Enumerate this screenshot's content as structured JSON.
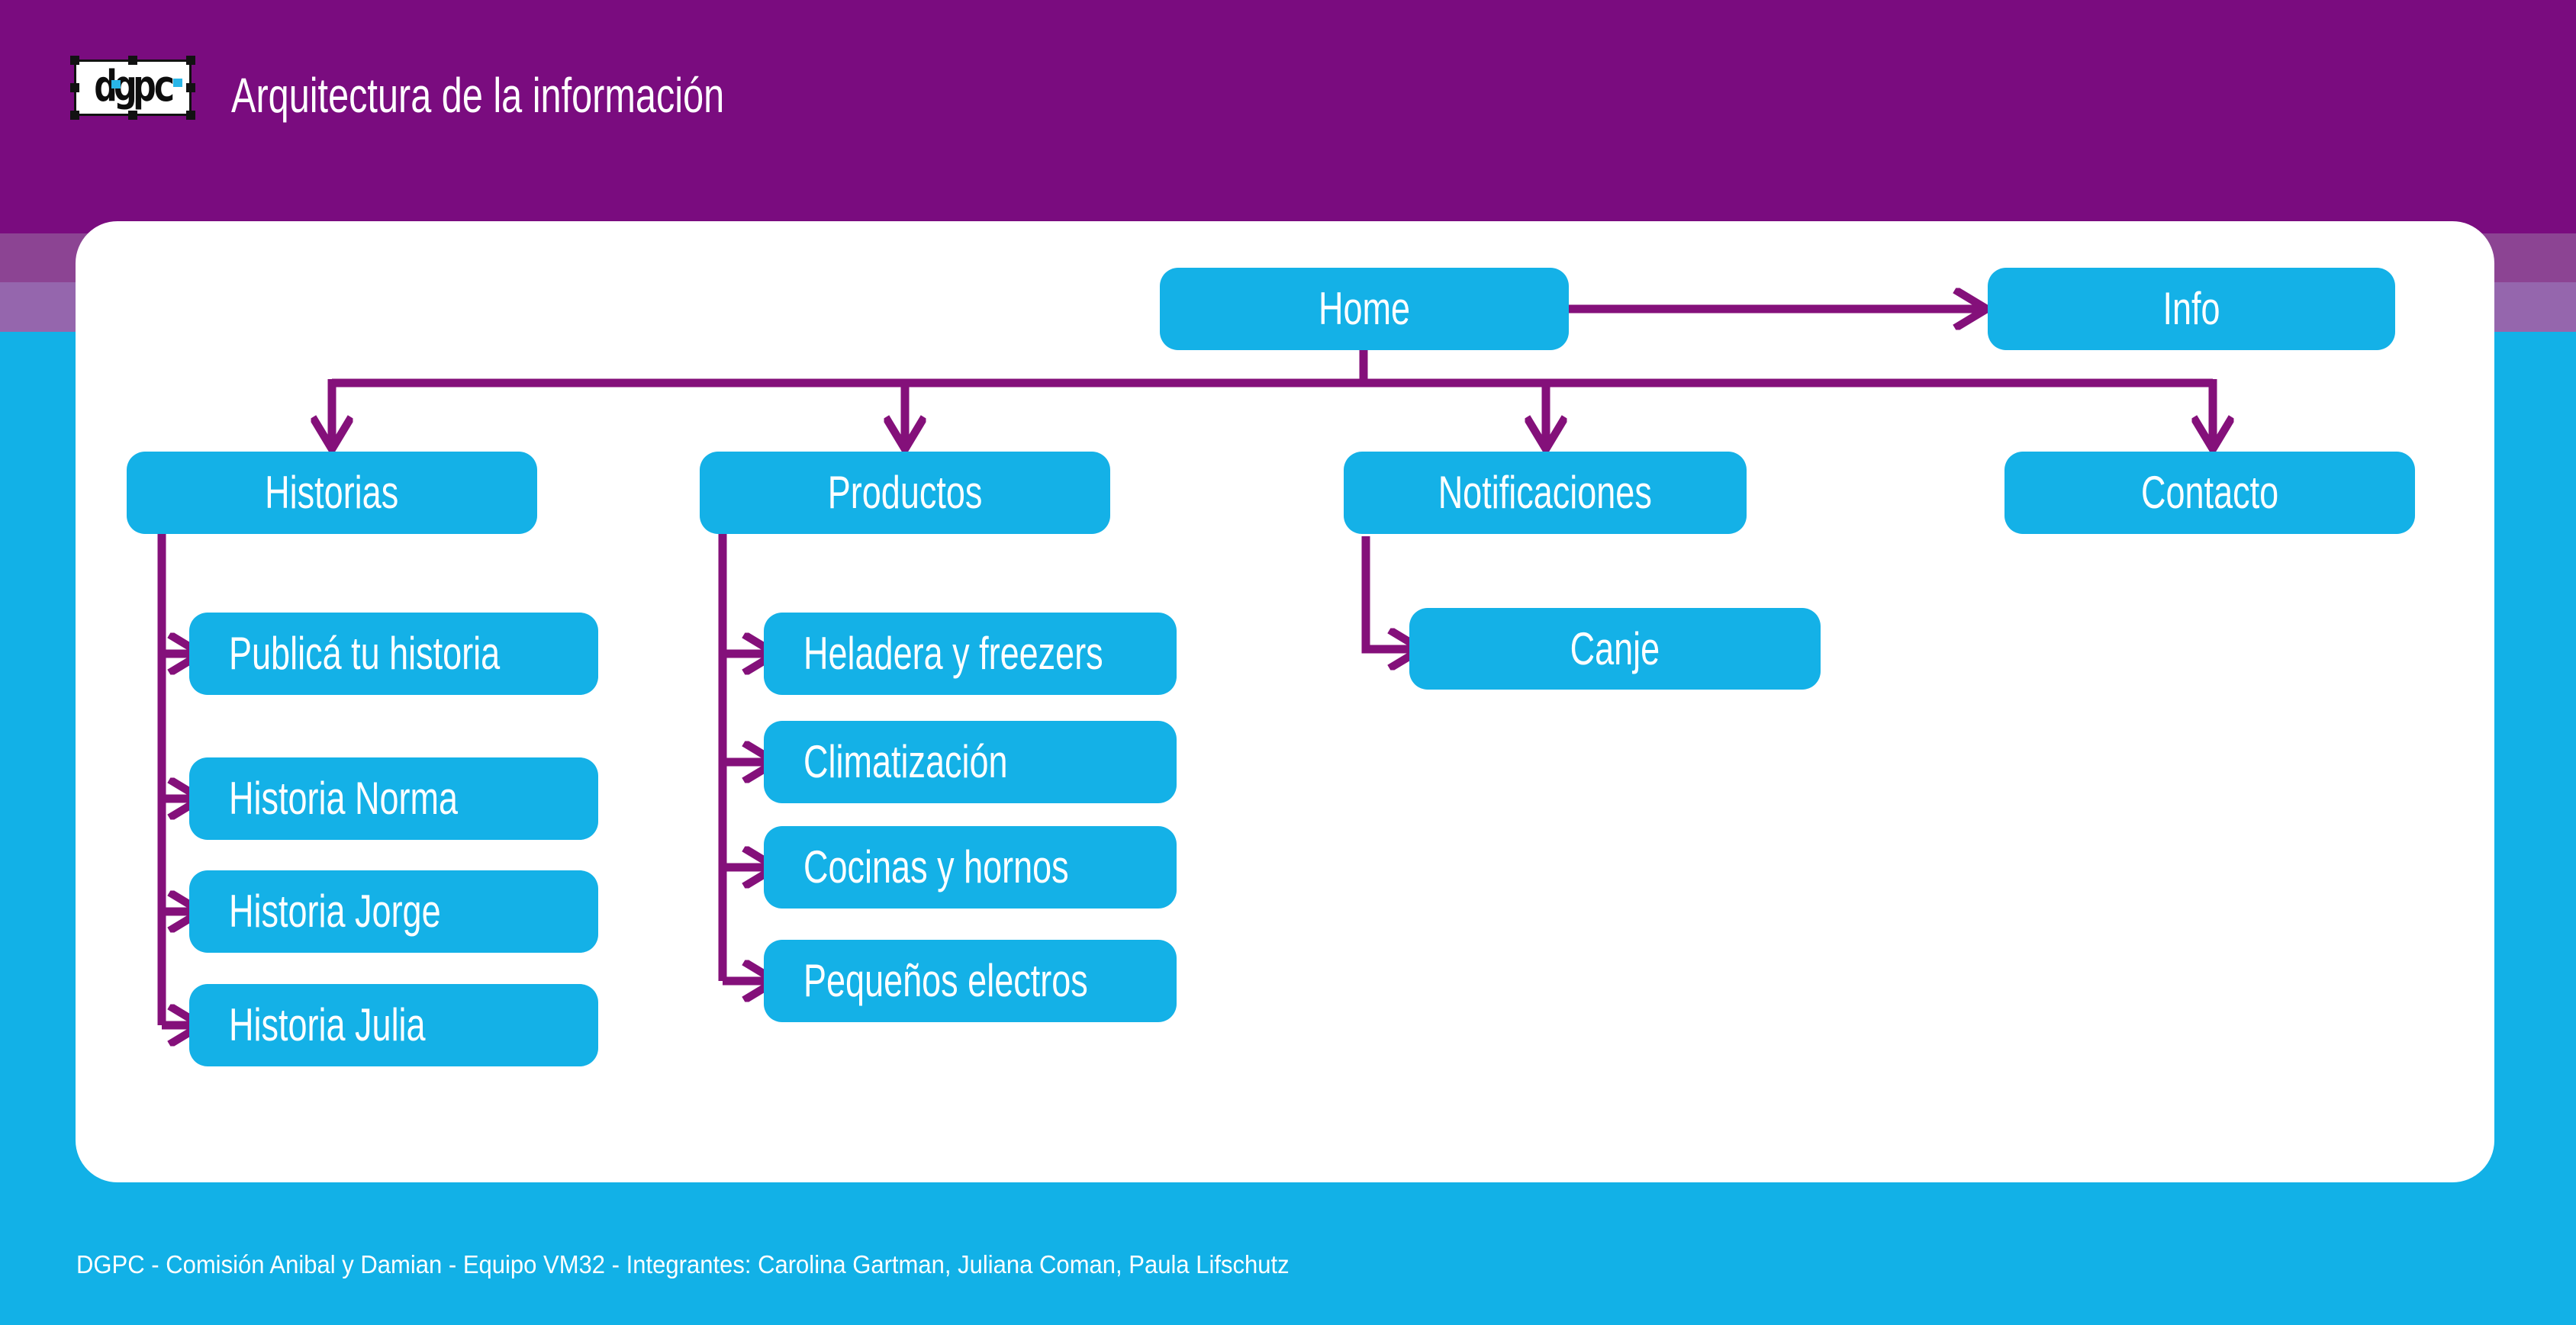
{
  "header": {
    "logo_text": "dgpc",
    "title": "Arquitectura de la información"
  },
  "nodes": {
    "home": {
      "label": "Home"
    },
    "info": {
      "label": "Info"
    },
    "historias": {
      "label": "Historias"
    },
    "productos": {
      "label": "Productos"
    },
    "notificaciones": {
      "label": "Notificaciones"
    },
    "contacto": {
      "label": "Contacto"
    },
    "publica_tu_historia": {
      "label": "Publicá tu historia"
    },
    "historia_norma": {
      "label": "Historia Norma"
    },
    "historia_jorge": {
      "label": "Historia Jorge"
    },
    "historia_julia": {
      "label": "Historia Julia"
    },
    "heladera_y_freezers": {
      "label": "Heladera y freezers"
    },
    "climatizacion": {
      "label": "Climatización"
    },
    "cocinas_y_hornos": {
      "label": "Cocinas y hornos"
    },
    "pequenos_electros": {
      "label": "Pequeños electros"
    },
    "canje": {
      "label": "Canje"
    }
  },
  "edges": [
    {
      "from": "Home",
      "to": "Info"
    },
    {
      "from": "Home",
      "to": "Historias"
    },
    {
      "from": "Home",
      "to": "Productos"
    },
    {
      "from": "Home",
      "to": "Notificaciones"
    },
    {
      "from": "Home",
      "to": "Contacto"
    },
    {
      "from": "Historias",
      "to": "Publicá tu historia"
    },
    {
      "from": "Historias",
      "to": "Historia Norma"
    },
    {
      "from": "Historias",
      "to": "Historia Jorge"
    },
    {
      "from": "Historias",
      "to": "Historia Julia"
    },
    {
      "from": "Productos",
      "to": "Heladera y freezers"
    },
    {
      "from": "Productos",
      "to": "Climatización"
    },
    {
      "from": "Productos",
      "to": "Cocinas y hornos"
    },
    {
      "from": "Productos",
      "to": "Pequeños electros"
    },
    {
      "from": "Notificaciones",
      "to": "Canje"
    }
  ],
  "footer": {
    "credits": "DGPC - Comisión Anibal y Damian - Equipo VM32 - Integrantes: Carolina Gartman, Juliana Coman, Paula Lifschutz"
  },
  "colors": {
    "header_purple": "#7a0c7f",
    "stripe_dark_purple": "#8c4493",
    "stripe_light_purple": "#9566ad",
    "background_cyan": "#12b1e7",
    "node_cyan": "#14b1e7",
    "connector_purple": "#84107a",
    "card_white": "#ffffff",
    "logo_accent_cyan": "#29b6e8"
  }
}
